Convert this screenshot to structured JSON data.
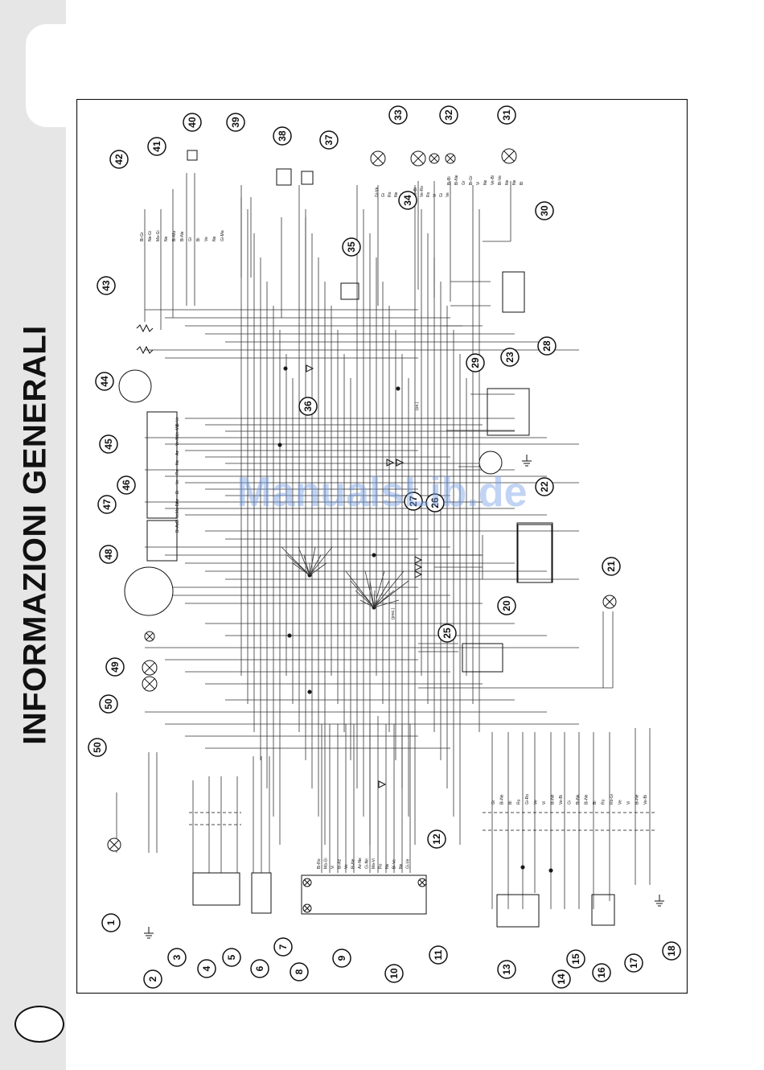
{
  "section": {
    "title": "INFORMAZIONI GENERALI"
  },
  "watermark": "ManualsLib.de",
  "diagram": {
    "components": [
      "1",
      "2",
      "3",
      "4",
      "5",
      "6",
      "7",
      "8",
      "9",
      "10",
      "11",
      "12",
      "13",
      "14",
      "15",
      "16",
      "17",
      "18",
      "20",
      "21",
      "22",
      "23",
      "25",
      "26",
      "27",
      "28",
      "29",
      "30",
      "31",
      "32",
      "33",
      "34",
      "35",
      "36",
      "37",
      "38",
      "39",
      "40",
      "41",
      "42",
      "43",
      "44",
      "45",
      "46",
      "47",
      "48",
      "49",
      "50",
      "50"
    ],
    "wire_labels": {
      "left_connectors": [
        "Bi-Gr",
        "Ne-Gi",
        "Ma-Gi",
        "Ne",
        "Bi-Ma",
        "Bi-Ne",
        "Gi",
        "Bi",
        "Ve",
        "Ne",
        "Gi-Ma",
        "Bi-Ve",
        "Ve-Ma",
        "Ve-Ne",
        "Az",
        "Ne",
        "Ro",
        "Ve",
        "Bi",
        "Az",
        "Ma-Bi",
        "Bi-Ve",
        "Bi-Az"
      ],
      "right_connectors": [
        "Gi-Ve",
        "Gi",
        "Ro",
        "Ne",
        "Bi",
        "Bi",
        "Ve-Bi",
        "Ve-Ro",
        "Rs",
        "Vi",
        "Gi",
        "Ve",
        "Bi-Bi",
        "Bi-Ne",
        "Gr",
        "Bi-Gr",
        "Vi",
        "Ne",
        "Ve-Bi",
        "Bi-Ve",
        "Ne",
        "Ne",
        "Bi"
      ],
      "dashboard": [
        "Bi-Ro",
        "Ma-Gi",
        "Vi",
        "Bi-Az",
        "Ve",
        "Bi-Ne",
        "Az-Ne",
        "Gi-Ne",
        "Ma-Vi",
        "Ro",
        "Ne",
        "Bi-Ve",
        "Ne",
        "Gi-Ve"
      ],
      "bottom_right": [
        "Gr",
        "Bi-Ne",
        "Bi",
        "Ro",
        "Gi-Ro",
        "Ve",
        "Vi",
        "Bi-Ne",
        "Ve-Bi",
        "Gi",
        "Bi-Ne",
        "Bi-Ne",
        "Bi",
        "Ro",
        "Ro-Gi",
        "Ve",
        "Vi",
        "Bi-Ne",
        "Ve-Bi"
      ]
    },
    "notes": [
      "(prec.)",
      "(on.)"
    ]
  }
}
